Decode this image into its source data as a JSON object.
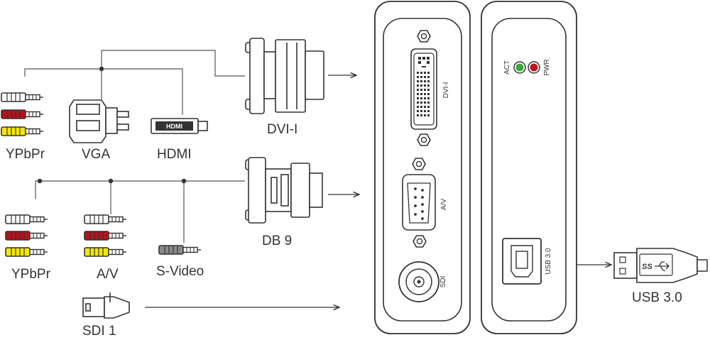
{
  "colors": {
    "outline": "#333333",
    "rca_white": "#ffffff",
    "rca_red": "#b5121b",
    "rca_yellow": "#f5e800",
    "svideo_grey": "#8a8a8a",
    "led_act": "#3aa935",
    "led_pwr": "#c0151c"
  },
  "inputs": {
    "top": {
      "ypbpr": "YPbPr",
      "vga": "VGA",
      "hdmi": "HDMI",
      "hdmi_logo": "HDMI"
    },
    "middle": {
      "ypbpr": "YPbPr",
      "av": "A/V",
      "svideo": "S-Video"
    },
    "bottom": {
      "sdi": "SDI 1"
    }
  },
  "adapters": {
    "dvi": "DVI-I",
    "db9": "DB 9"
  },
  "device_front": {
    "port_dvi": "DVI-I",
    "port_av": "A/V",
    "port_sdi": "SDI"
  },
  "device_back": {
    "led_act": "ACT",
    "led_pwr": "PWR",
    "port_usb": "USB 3.0"
  },
  "output": {
    "usb_label": "USB 3.0",
    "usb_logo": "SS"
  }
}
